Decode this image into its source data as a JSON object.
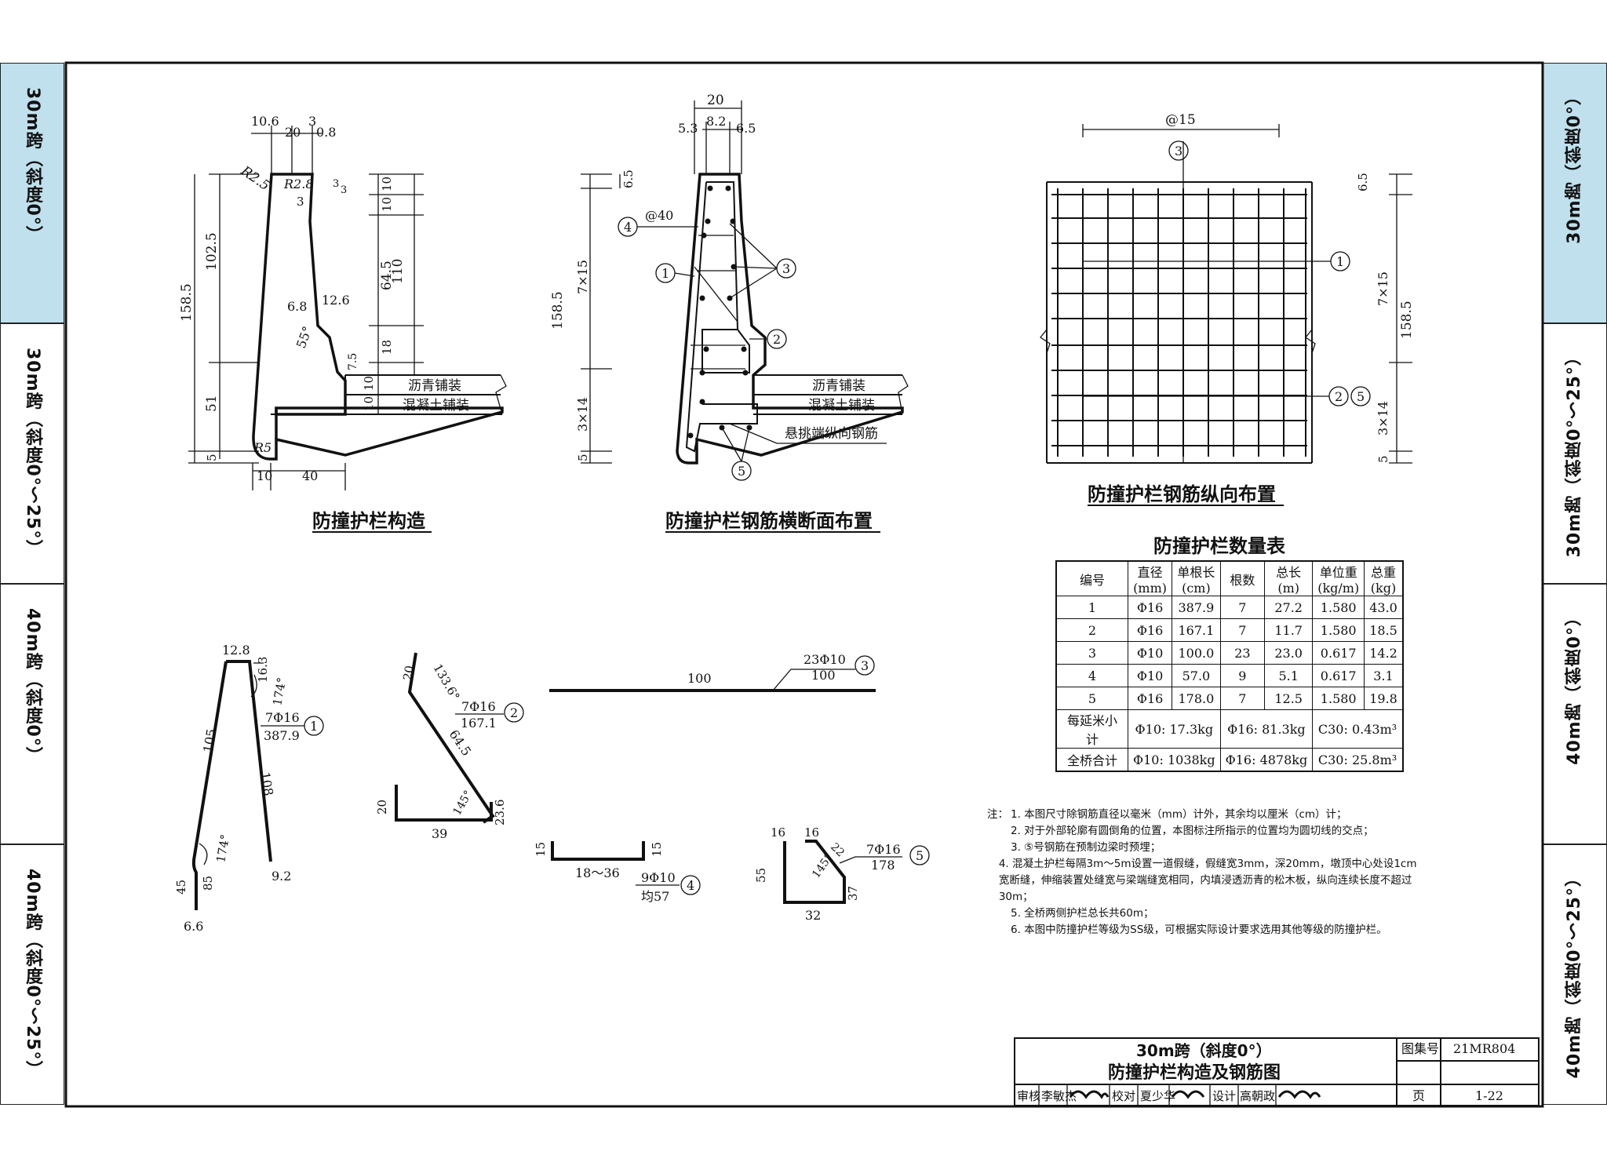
{
  "side_tabs": {
    "left": [
      "30m跨（斜度0°）",
      "30m跨（斜度0°～25°）",
      "40m跨（斜度0°）",
      "40m跨（斜度0°～25°）"
    ],
    "right": [
      "30m跨（斜度0°）",
      "30m跨（斜度0°～25°）",
      "40m跨（斜度0°）",
      "40m跨（斜度0°～25°）"
    ],
    "active_index": 0,
    "active_color": "#bfe0ec"
  },
  "diagram1": {
    "title": "防撞护栏构造",
    "dims": {
      "top": [
        "10.6",
        "20",
        "3",
        "0.8"
      ],
      "r1": "R2.5",
      "r2": "R2.8",
      "r3": "R5",
      "small": [
        "3",
        "3",
        "3"
      ],
      "left_total": "158.5",
      "left_upper": "102.5",
      "left_lower": "51",
      "left_bottom": "5",
      "right": [
        "10",
        "10",
        "64.5",
        "110",
        "18",
        "7.5",
        "10",
        "10"
      ],
      "mid": [
        "6.8",
        "12.6"
      ],
      "angle": "55°",
      "bottom": [
        "10",
        "40"
      ]
    },
    "layers": [
      "沥青铺装",
      "混凝土铺装"
    ]
  },
  "diagram2": {
    "title": "防撞护栏钢筋横断面布置",
    "dims": {
      "top": "20",
      "top_parts": [
        "5.3",
        "8.2",
        "6.5"
      ],
      "spacing": "@40",
      "left_total": "158.5",
      "left_upper": "7×15",
      "left_lower": "3×14",
      "left_bottom": "5",
      "right_top": "6.5"
    },
    "layers": [
      "沥青铺装",
      "混凝土铺装"
    ],
    "note": "悬挑端纵向钢筋",
    "markers": [
      "4",
      "1",
      "3",
      "2",
      "5"
    ]
  },
  "diagram3": {
    "title": "防撞护栏钢筋纵向布置",
    "dims": {
      "spacing": "@15",
      "top": "6.5",
      "upper": "7×15",
      "total": "158.5",
      "lower": "3×14",
      "bottom": "5"
    },
    "markers": [
      "3",
      "1",
      "2",
      "5"
    ]
  },
  "qty_table": {
    "title": "防撞护栏数量表",
    "headers": [
      [
        "编号"
      ],
      [
        "直径",
        "(mm)"
      ],
      [
        "单根长",
        "(cm)"
      ],
      [
        "根数"
      ],
      [
        "总长",
        "(m)"
      ],
      [
        "单位重",
        "(kg/m)"
      ],
      [
        "总重",
        "(kg)"
      ]
    ],
    "rows": [
      [
        "1",
        "Φ16",
        "387.9",
        "7",
        "27.2",
        "1.580",
        "43.0"
      ],
      [
        "2",
        "Φ16",
        "167.1",
        "7",
        "11.7",
        "1.580",
        "18.5"
      ],
      [
        "3",
        "Φ10",
        "100.0",
        "23",
        "23.0",
        "0.617",
        "14.2"
      ],
      [
        "4",
        "Φ10",
        "57.0",
        "9",
        "5.1",
        "0.617",
        "3.1"
      ],
      [
        "5",
        "Φ16",
        "178.0",
        "7",
        "12.5",
        "1.580",
        "19.8"
      ]
    ],
    "subtotal": [
      "每延米小计",
      "Φ10: 17.3kg",
      "Φ16: 81.3kg",
      "C30: 0.43m³"
    ],
    "total": [
      "全桥合计",
      "Φ10: 1038kg",
      "Φ16: 4878kg",
      "C30: 25.8m³"
    ]
  },
  "bars": {
    "b1": {
      "dims": [
        "12.8",
        "16.3",
        "174°",
        "105",
        "108",
        "9.2",
        "174°",
        "45",
        "85",
        "6.6"
      ],
      "label": "7Φ16",
      "length": "387.9",
      "num": "1"
    },
    "b2": {
      "dims": [
        "20",
        "133.6°",
        "64.5",
        "145°",
        "23.6",
        "20",
        "39"
      ],
      "label": "7Φ16",
      "length": "167.1",
      "num": "2"
    },
    "b3": {
      "dims": [
        "100"
      ],
      "label": "23Φ10",
      "length": "100",
      "num": "3"
    },
    "b4": {
      "dims": [
        "15",
        "15",
        "18～36"
      ],
      "label": "9Φ10",
      "length": "均57",
      "num": "4"
    },
    "b5": {
      "dims": [
        "16",
        "16",
        "22",
        "145°",
        "37",
        "55",
        "32"
      ],
      "label": "7Φ16",
      "length": "178",
      "num": "5"
    }
  },
  "notes": {
    "label": "注：",
    "items": [
      "1. 本图尺寸除钢筋直径以毫米（mm）计外，其余均以厘米（cm）计；",
      "2. 对于外部轮廓有圆倒角的位置，本图标注所指示的位置均为圆切线的交点；",
      "3. ⑤号钢筋在预制边梁时预埋；",
      "4. 混凝土护栏每隔3m～5m设置一道假缝，假缝宽3mm，深20mm，墩顶中心处设1cm宽断缝，伸缩装置处缝宽与梁端缝宽相同，内填浸透沥青的松木板，纵向连续长度不超过30m；",
      "5. 全桥两侧护栏总长共60m；",
      "6. 本图中防撞护栏等级为SS级，可根据实际设计要求选用其他等级的防撞护栏。"
    ]
  },
  "title_block": {
    "title_line1": "30m跨（斜度0°）",
    "title_line2": "防撞护栏构造及钢筋图",
    "atlas_label": "图集号",
    "atlas_no": "21MR804",
    "page_label": "页",
    "page_no": "1-22",
    "review_label": "审核",
    "reviewer": "李敏杰",
    "check_label": "校对",
    "checker": "夏少华",
    "design_label": "设计",
    "designer": "高朝政"
  }
}
